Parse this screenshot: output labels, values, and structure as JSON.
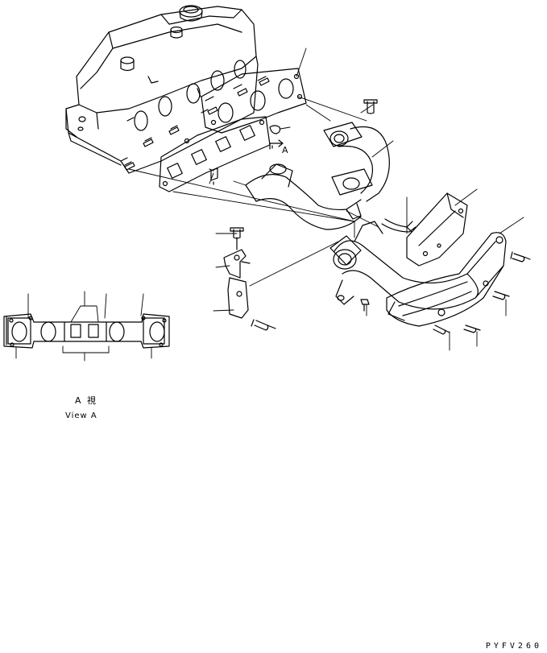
{
  "figure": {
    "view_arrow_label": "A",
    "view_label_jp": "A 視",
    "view_label_en": "View A",
    "drawing_code": "PYFV260"
  },
  "colors": {
    "line": "#000000",
    "background": "#ffffff"
  }
}
